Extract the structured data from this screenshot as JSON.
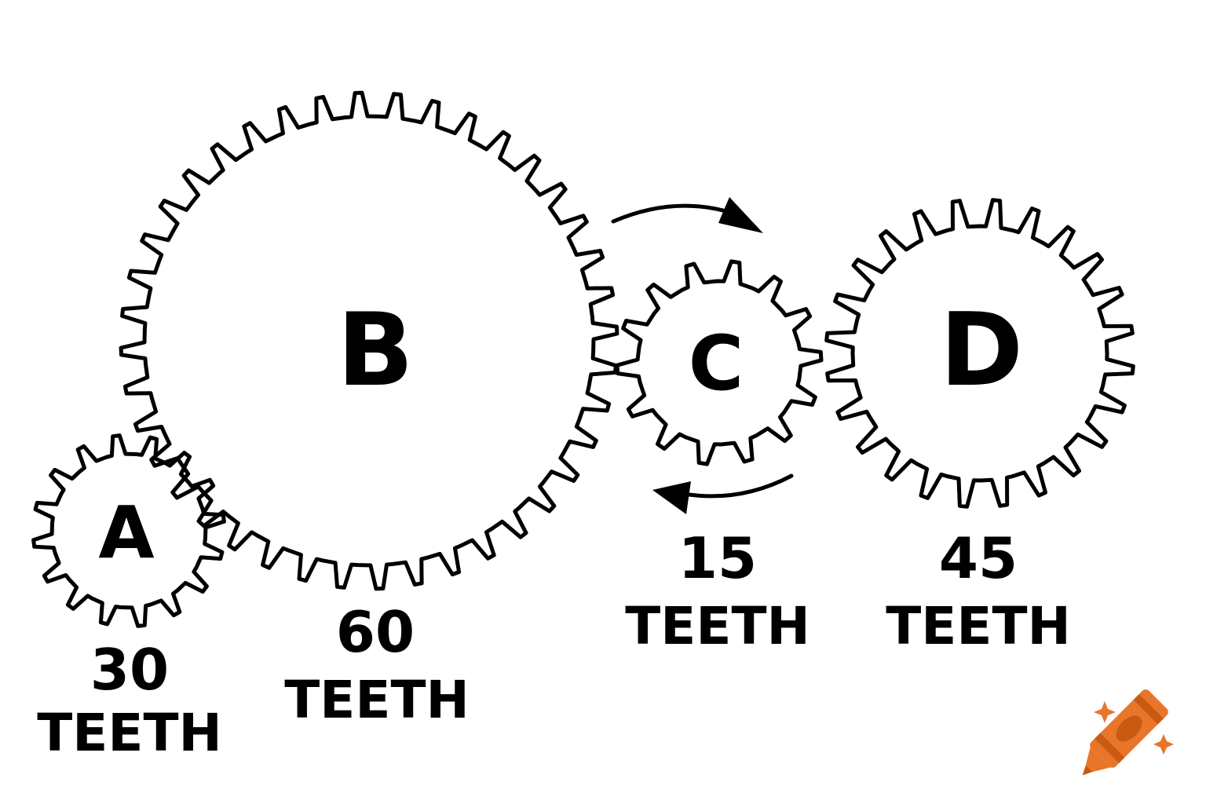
{
  "gears": [
    {
      "id": "a",
      "letter": "A",
      "teeth_count": "30",
      "teeth_label": "TEETH"
    },
    {
      "id": "b",
      "letter": "B",
      "teeth_count": "60",
      "teeth_label": "TEETH"
    },
    {
      "id": "c",
      "letter": "C",
      "teeth_count": "15",
      "teeth_label": "TEETH"
    },
    {
      "id": "d",
      "letter": "D",
      "teeth_count": "45",
      "teeth_label": "TEETH"
    }
  ],
  "arrows": [
    {
      "name": "clockwise-arrow-top",
      "direction": "clockwise"
    },
    {
      "name": "counterclockwise-arrow-bottom",
      "direction": "counterclockwise"
    }
  ],
  "colors": {
    "stroke": "#000000",
    "background": "#ffffff",
    "logo_orange": "#E8752A",
    "logo_dark_orange": "#C85A12",
    "logo_sparkle": "#E8752A"
  },
  "icons": {
    "logo": "crayon-icon"
  }
}
